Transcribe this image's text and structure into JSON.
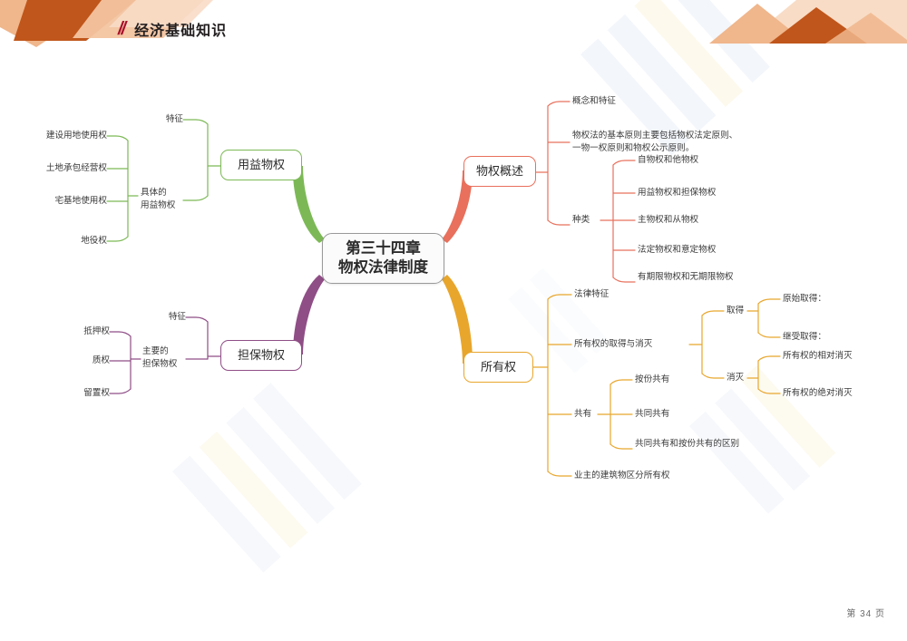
{
  "header": {
    "slashes": "//",
    "title": "经济基础知识"
  },
  "footer": {
    "page_text": "第 34 页"
  },
  "colors": {
    "accent_red": "#a8102a",
    "branch_green": "#7cb956",
    "branch_purple": "#8f4e86",
    "branch_red": "#e8705c",
    "branch_orange": "#e8a62c",
    "corner_dark": "#c0561b",
    "corner_light": "#f0b68c",
    "corner_pale": "#f8dcc6"
  },
  "mindmap": {
    "root": "第三十四章\n物权法律制度",
    "branches": {
      "yongyi": {
        "title": "用益物权",
        "color": "#7cb956",
        "children": [
          {
            "label": "特征"
          },
          {
            "label": "具体的\n用益物权",
            "children": [
              {
                "label": "建设用地使用权"
              },
              {
                "label": "土地承包经营权"
              },
              {
                "label": "宅基地使用权"
              },
              {
                "label": "地役权"
              }
            ]
          }
        ]
      },
      "danbao": {
        "title": "担保物权",
        "color": "#8f4e86",
        "children": [
          {
            "label": "特征"
          },
          {
            "label": "主要的\n担保物权",
            "children": [
              {
                "label": "抵押权"
              },
              {
                "label": "质权"
              },
              {
                "label": "留置权"
              }
            ]
          }
        ]
      },
      "wuquan_gaishu": {
        "title": "物权概述",
        "color": "#e8705c",
        "children": [
          {
            "label": "概念和特征"
          },
          {
            "label": "物权法的基本原则主要包括物权法定原则、\n一物一权原则和物权公示原则。"
          },
          {
            "label": "种类",
            "children": [
              {
                "label": "自物权和他物权"
              },
              {
                "label": "用益物权和担保物权"
              },
              {
                "label": "主物权和从物权"
              },
              {
                "label": "法定物权和意定物权"
              },
              {
                "label": "有期限物权和无期限物权"
              }
            ]
          }
        ]
      },
      "suoyouquan": {
        "title": "所有权",
        "color": "#e8a62c",
        "children": [
          {
            "label": "法律特征"
          },
          {
            "label": "所有权的取得与消灭",
            "children": [
              {
                "label": "取得",
                "children": [
                  {
                    "label": "原始取得："
                  },
                  {
                    "label": "继受取得："
                  }
                ]
              },
              {
                "label": "消灭",
                "children": [
                  {
                    "label": "所有权的相对消灭"
                  },
                  {
                    "label": "所有权的绝对消灭"
                  }
                ]
              }
            ]
          },
          {
            "label": "共有",
            "children": [
              {
                "label": "按份共有"
              },
              {
                "label": "共同共有"
              },
              {
                "label": "共同共有和按份共有的区别"
              }
            ]
          },
          {
            "label": "业主的建筑物区分所有权"
          }
        ]
      }
    }
  }
}
